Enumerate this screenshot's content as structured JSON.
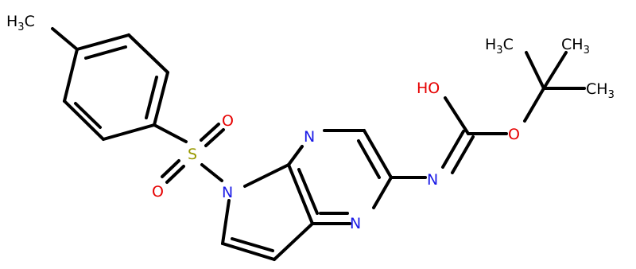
{
  "molecule": {
    "atoms": {
      "methyl_tolyl": {
        "main": "H",
        "sub": "3",
        "tail": "C",
        "color": "#000000"
      },
      "sulfur": {
        "text": "S",
        "color": "#999900"
      },
      "sulfonyl_o_top": {
        "text": "O",
        "color": "#e60000"
      },
      "sulfonyl_o_bottom": {
        "text": "O",
        "color": "#e60000"
      },
      "pyrrole_n": {
        "text": "N",
        "color": "#1a1ae6"
      },
      "pyrazine_n_top": {
        "text": "N",
        "color": "#1a1ae6"
      },
      "pyrazine_n_bottom": {
        "text": "N",
        "color": "#1a1ae6"
      },
      "imine_n": {
        "text": "N",
        "color": "#1a1ae6"
      },
      "hydroxyl": {
        "text": "HO",
        "color": "#e60000"
      },
      "ester_o": {
        "text": "O",
        "color": "#e60000"
      },
      "tbu_methyl_left": {
        "main": "H",
        "sub": "3",
        "tail": "C",
        "color": "#000000"
      },
      "tbu_methyl_right": {
        "main": "CH",
        "sub": "3",
        "color": "#000000"
      },
      "tbu_methyl_lower": {
        "main": "CH",
        "sub": "3",
        "color": "#000000"
      }
    }
  }
}
